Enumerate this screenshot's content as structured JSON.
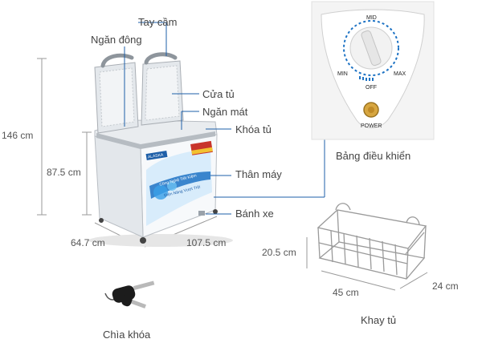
{
  "labels": {
    "handle": "Tay cầm",
    "freezer": "Ngăn đông",
    "door": "Cửa tủ",
    "cooler": "Ngăn mát",
    "lock": "Khóa tủ",
    "body": "Thân máy",
    "wheel": "Bánh xe",
    "control_panel": "Bảng điều khiển",
    "key": "Chìa khóa",
    "basket": "Khay tủ"
  },
  "dimensions": {
    "total_height": "146 cm",
    "body_height": "87.5 cm",
    "depth": "64.7 cm",
    "width": "107.5 cm",
    "basket_height": "20.5 cm",
    "basket_length": "45 cm",
    "basket_depth": "24 cm"
  },
  "panel": {
    "mid": "MID",
    "min": "MIN",
    "max": "MAX",
    "off": "OFF",
    "power": "POWER"
  },
  "fridge_text": {
    "brand": "ALASKA",
    "slogan_1": "Công Nghệ Tiết Kiệm",
    "slogan_2": "Điện Năng Vượt Trội"
  },
  "colors": {
    "accent_line": "#1e5fa8",
    "panel_ring": "#1e73c4",
    "power_button": "#c9962a"
  }
}
